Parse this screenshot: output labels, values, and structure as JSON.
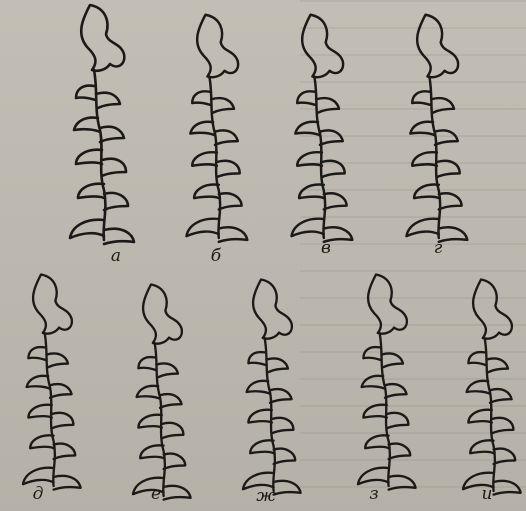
{
  "figures": [
    {
      "id": "a",
      "label": "а"
    },
    {
      "id": "b",
      "label": "б"
    },
    {
      "id": "v",
      "label": "в"
    },
    {
      "id": "g",
      "label": "г"
    },
    {
      "id": "d",
      "label": "д"
    },
    {
      "id": "e",
      "label": "е"
    },
    {
      "id": "zh",
      "label": "ж"
    },
    {
      "id": "z",
      "label": "з"
    },
    {
      "id": "i",
      "label": "и"
    }
  ],
  "colors": {
    "ink": "#1c1a18",
    "paper": "#bdb8af"
  }
}
